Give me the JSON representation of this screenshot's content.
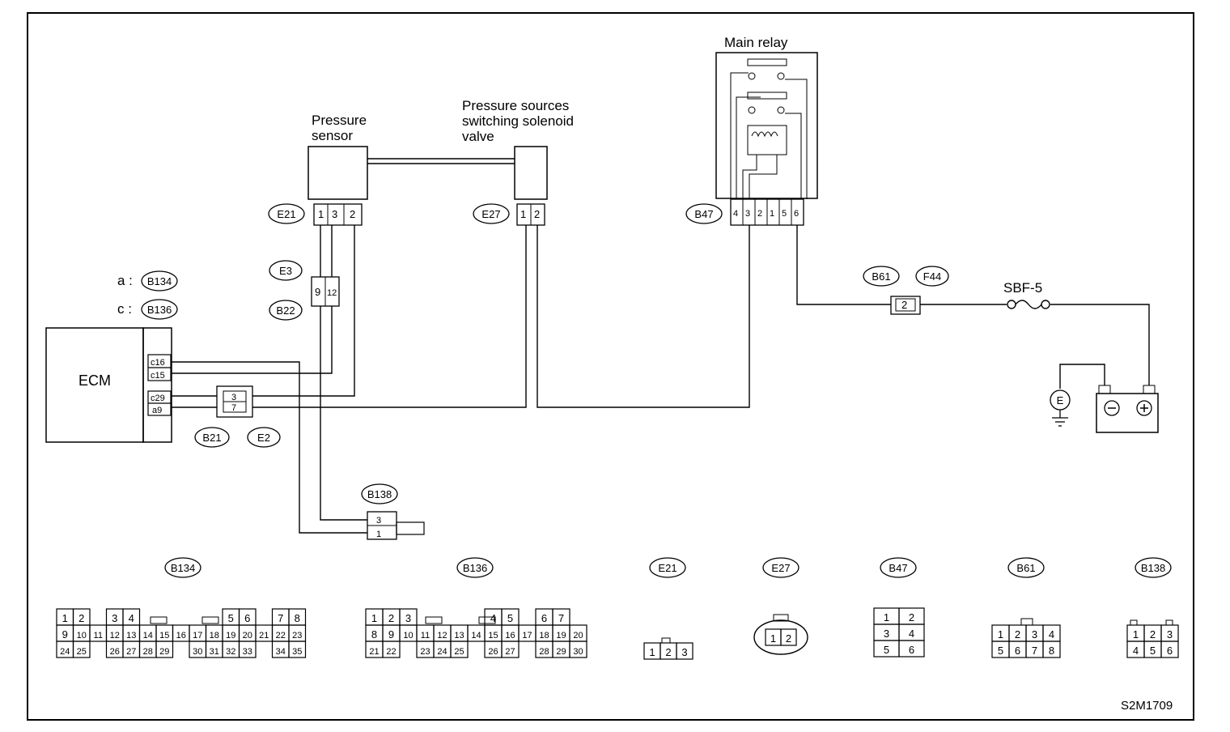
{
  "figure_code": "S2M1709",
  "components": {
    "ecm": "ECM",
    "pressure_sensor": [
      "Pressure",
      "sensor"
    ],
    "solenoid_valve": [
      "Pressure sources",
      "switching solenoid",
      "valve"
    ],
    "main_relay": "Main relay",
    "fuse": "SBF-5",
    "ground": "E"
  },
  "connector_prefixes": {
    "a": "a :",
    "c": "c :"
  },
  "connector_tags": {
    "e21": "E21",
    "e27": "E27",
    "b47": "B47",
    "e3": "E3",
    "b22": "B22",
    "b134": "B134",
    "b136": "B136",
    "b21": "B21",
    "e2": "E2",
    "b61": "B61",
    "f44": "F44",
    "b138": "B138"
  },
  "ecm_pins": [
    "c16",
    "c15",
    "c29",
    "a9"
  ],
  "inline_pins": {
    "e21": [
      "1",
      "3",
      "2"
    ],
    "e27": [
      "1",
      "2"
    ],
    "b47": [
      "4",
      "3",
      "2",
      "1",
      "5",
      "6"
    ],
    "e3_b22": [
      "9",
      "12"
    ],
    "b21_e2": [
      "3",
      "7"
    ],
    "b61_f44": "2",
    "b138": [
      "3",
      "1"
    ]
  },
  "connector_views": {
    "b134": {
      "title": "B134",
      "rows": [
        [
          "1",
          "2",
          "",
          "3",
          "4",
          "",
          "",
          "",
          "",
          "",
          "5",
          "6",
          "",
          "7",
          "8"
        ],
        [
          "9",
          "10",
          "11",
          "12",
          "13",
          "14",
          "15",
          "16",
          "17",
          "18",
          "19",
          "20",
          "21",
          "22",
          "23"
        ],
        [
          "24",
          "25",
          "",
          "26",
          "27",
          "28",
          "29",
          "",
          "30",
          "31",
          "32",
          "33",
          "",
          "34",
          "35"
        ]
      ]
    },
    "b136": {
      "title": "B136",
      "rows": [
        [
          "1",
          "2",
          "3",
          "",
          "",
          "",
          "",
          "4",
          "5",
          "",
          "6",
          "7"
        ],
        [
          "8",
          "9",
          "10",
          "11",
          "12",
          "13",
          "14",
          "15",
          "16",
          "17",
          "18",
          "19",
          "20"
        ],
        [
          "21",
          "22",
          "",
          "23",
          "24",
          "25",
          "",
          "26",
          "27",
          "",
          "28",
          "29",
          "30"
        ]
      ]
    },
    "e21": {
      "title": "E21",
      "pins": [
        "1",
        "2",
        "3"
      ]
    },
    "e27": {
      "title": "E27",
      "pins": [
        "1",
        "2"
      ]
    },
    "b47": {
      "title": "B47",
      "rows": [
        [
          "1",
          "2"
        ],
        [
          "3",
          "4"
        ],
        [
          "5",
          "6"
        ]
      ]
    },
    "b61": {
      "title": "B61",
      "rows": [
        [
          "1",
          "2",
          "3",
          "4"
        ],
        [
          "5",
          "6",
          "7",
          "8"
        ]
      ]
    },
    "b138": {
      "title": "B138",
      "rows": [
        [
          "1",
          "2",
          "3"
        ],
        [
          "4",
          "5",
          "6"
        ]
      ]
    }
  }
}
